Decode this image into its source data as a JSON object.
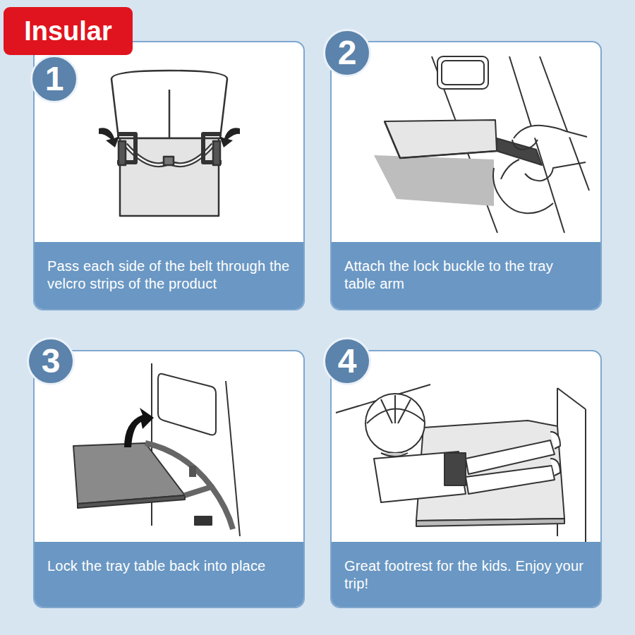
{
  "diagram": {
    "nodes": [
      {
        "text": [
          "Insular"
        ]
      },
      {
        "text": [
          "1"
        ]
      },
      {
        "text": [
          "Pass each side of the belt through the velcro strips of the product"
        ]
      },
      {
        "text": [
          "2"
        ]
      },
      {
        "text": [
          "Attach the lock buckle to the tray table arm"
        ]
      },
      {
        "text": [
          "3"
        ]
      },
      {
        "text": [
          "Lock the tray table back into place"
        ]
      },
      {
        "text": [
          "4"
        ]
      },
      {
        "text": [
          "Great footrest for the kids. Enjoy your trip!"
        ]
      }
    ]
  }
}
